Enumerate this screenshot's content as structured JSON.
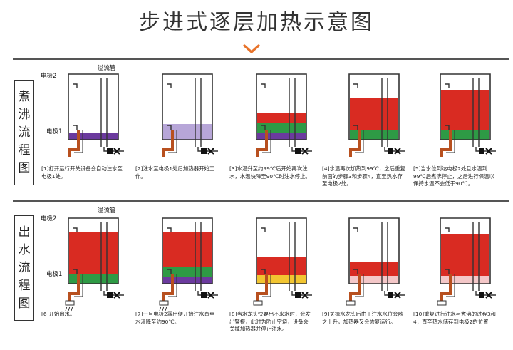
{
  "title": "步进式逐层加热示意图",
  "labels": {
    "electrode2": "电极2",
    "electrode1": "电极1",
    "overflow_pipe": "溢流管"
  },
  "colors": {
    "red": "#d92b22",
    "green": "#2e9a45",
    "purple": "#6b3a9e",
    "lavender": "#b7a6d8",
    "yellow": "#f2c531",
    "pink": "#f4c7c8",
    "pipe": "#b8501f",
    "wall": "#333333"
  },
  "rows": [
    {
      "label_chars": [
        "煮",
        "沸",
        "流",
        "程",
        "图"
      ],
      "stages": [
        {
          "caption": "[1]打开运行开关设备会自动注水至电极1处。",
          "layers": [
            "purple"
          ]
        },
        {
          "caption": "[2]注水至电极1处后加热器开始工作。",
          "layers": [
            "lavender"
          ]
        },
        {
          "caption": "[3]水温升至约99℃后开始再次注水，水温快降至90℃时注水停止。",
          "layers": [
            "purple",
            "green",
            "red"
          ]
        },
        {
          "caption": "[4]水温再次加热到99℃，之后重复前面的步骤3和步骤4，直至热水存至电极2处。",
          "layers": [
            "green",
            "red"
          ]
        },
        {
          "caption": "[5]当水位到达电极2处且水温到99℃后煮沸停止，之后进行保温以保持水温不会低于90℃。",
          "layers": [
            "green",
            "red"
          ]
        }
      ]
    },
    {
      "label_chars": [
        "出",
        "水",
        "流",
        "程",
        "图"
      ],
      "stages": [
        {
          "caption": "[6]开始出水。",
          "layers": [
            "green",
            "red"
          ]
        },
        {
          "caption": "[7]一旦电极2露出便开始注水直至水温降至约90℃。",
          "layers": [
            "purple",
            "green",
            "red"
          ]
        },
        {
          "caption": "[8]当水龙头快要出不来水时，会发出警报，此时为防止空烧，设备会关掉加热器并停止注水。",
          "layers": [
            "yellow",
            "red"
          ]
        },
        {
          "caption": "[9]关掉水龙头后由于注水水位会随之上升，加热器又会恢复运行。",
          "layers": [
            "pink",
            "red"
          ]
        },
        {
          "caption": "[10]重复进行注水与煮沸的过程3和4，直至热水储存到电极2的位置",
          "layers": [
            "pink",
            "red"
          ]
        }
      ]
    }
  ]
}
